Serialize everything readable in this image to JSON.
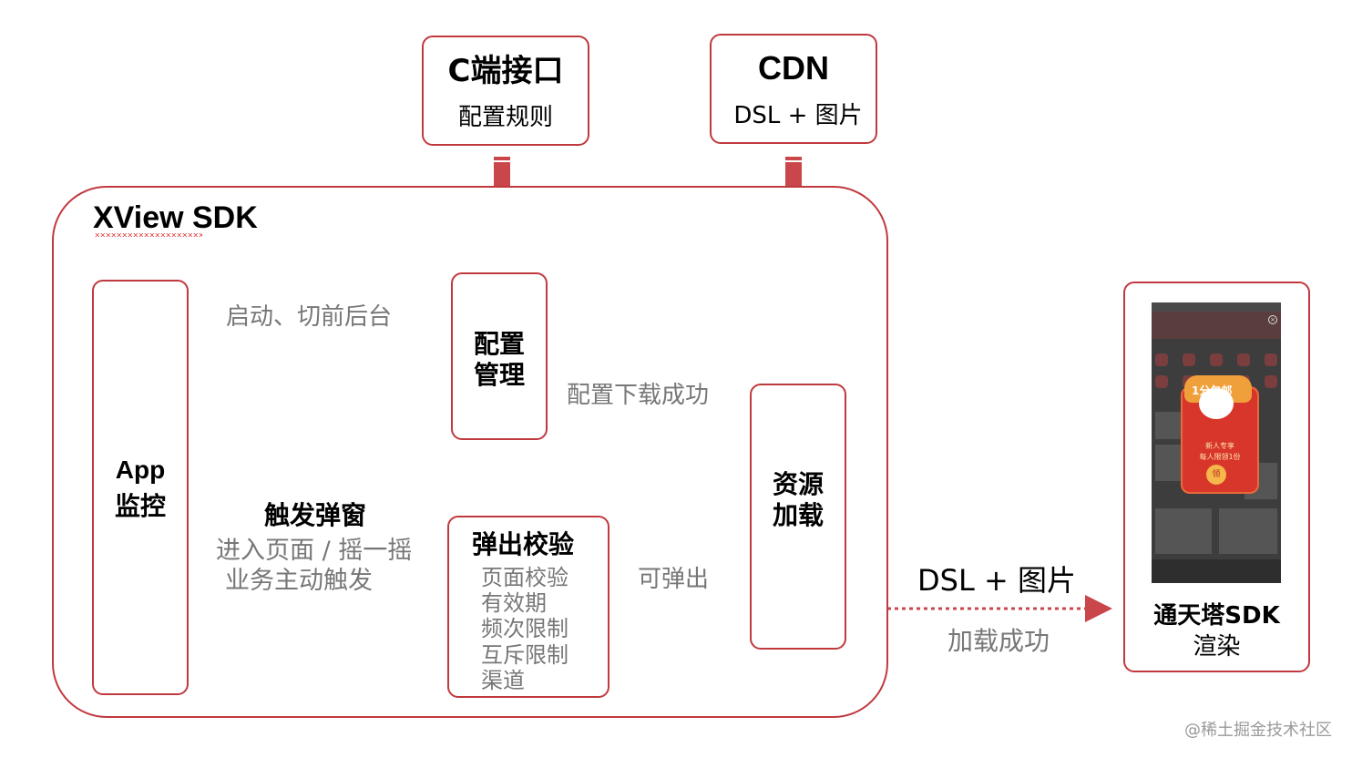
{
  "nodes": {
    "c_interface": {
      "title": "C端接口",
      "subtitle": "配置规则"
    },
    "cdn": {
      "title": "CDN",
      "subtitle": "DSL + 图片"
    },
    "sdk": {
      "title": "XView SDK"
    },
    "app_monitor": {
      "line1": "App",
      "line2": "监控"
    },
    "config_mgmt": {
      "line1": "配置",
      "line2": "管理"
    },
    "popup_check": {
      "title": "弹出校验",
      "items": [
        "页面校验",
        "有效期",
        "频次限制",
        "互斥限制",
        "渠道"
      ]
    },
    "resource_load": {
      "line1": "资源",
      "line2": "加载"
    },
    "tongtianta": {
      "line1": "通天塔SDK",
      "line2": "渲染"
    }
  },
  "edges": {
    "startup": "启动、切前后台",
    "trigger_title": "触发弹窗",
    "trigger_line1": "进入页面 / 摇一摇",
    "trigger_line2": "业务主动触发",
    "config_download": "配置下载成功",
    "can_popup": "可弹出",
    "dsl_image": "DSL + 图片",
    "load_success": "加载成功"
  },
  "phone_screenshot": {
    "popup_title": "1分包邮",
    "popup_line1": "新人专享",
    "popup_line2": "每人限领1份",
    "popup_button": "领"
  },
  "watermark": "@稀土掘金技术社区",
  "colors": {
    "accent": "#c0393e",
    "arrow": "#c9474b",
    "label_gray": "#777777"
  }
}
